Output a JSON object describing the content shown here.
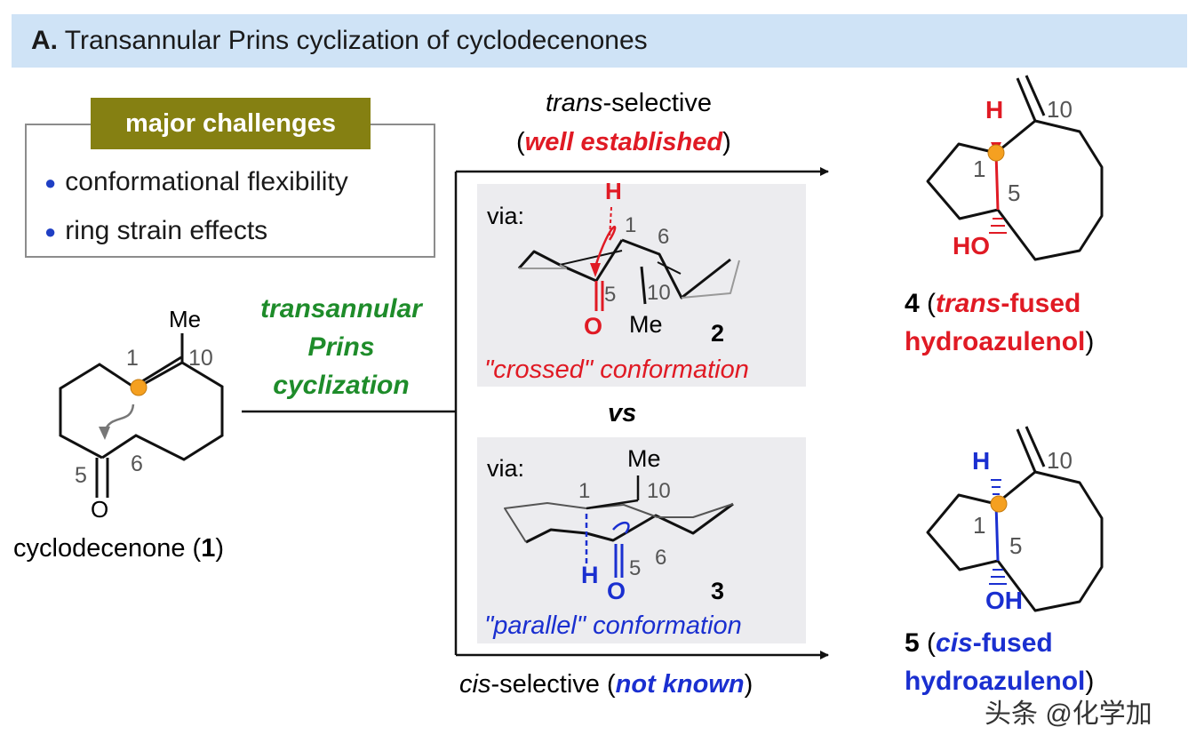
{
  "header": {
    "label": "A.",
    "title": "Transannular Prins cyclization of cyclodecenones"
  },
  "challenges": {
    "title": "major challenges",
    "items": [
      "conformational flexibility",
      "ring strain effects"
    ]
  },
  "reaction": {
    "line1": "transannular",
    "line2": "Prins",
    "line3": "cyclization"
  },
  "trans_path": {
    "italic": "trans",
    "rest": "-selective",
    "open": "(",
    "note": "well established",
    "close": ")"
  },
  "cis_path": {
    "italic": "cis",
    "rest": "-selective (",
    "note": "not known",
    "close": ")"
  },
  "vs": "vs",
  "compound1": {
    "name": "cyclodecenone (",
    "num": "1",
    "close": ")",
    "me": "Me",
    "n1": "1",
    "n10": "10",
    "n5": "5",
    "n6": "6",
    "o": "O"
  },
  "compound2": {
    "via": "via:",
    "h": "H",
    "n1": "1",
    "n6": "6",
    "n5": "5",
    "n10": "10",
    "o": "O",
    "me": "Me",
    "num": "2",
    "caption": "\"crossed\" conformation"
  },
  "compound3": {
    "via": "via:",
    "me": "Me",
    "n1": "1",
    "n10": "10",
    "h": "H",
    "o": "O",
    "n5": "5",
    "n6": "6",
    "num": "3",
    "caption": "\"parallel\" conformation"
  },
  "compound4": {
    "h": "H",
    "n10": "10",
    "n1": "1",
    "n5": "5",
    "oh": "HO",
    "num": "4",
    "open": " (",
    "italic": "trans",
    "rest": "-fused",
    "line2": "hydroazulenol",
    "close": ")"
  },
  "compound5": {
    "h": "H",
    "n10": "10",
    "n1": "1",
    "n5": "5",
    "oh": "OH",
    "num": "5",
    "open": " (",
    "italic": "cis",
    "rest": "-fused",
    "line2": "hydroazulenol",
    "close": ")"
  },
  "watermark": "头条 @化学加",
  "colors": {
    "header_bg": "#cfe3f6",
    "olive": "#858012",
    "green": "#1e8c2a",
    "red": "#e01a24",
    "blue": "#1a2fd0",
    "orange": "#f5a020",
    "panel": "#ececef"
  }
}
